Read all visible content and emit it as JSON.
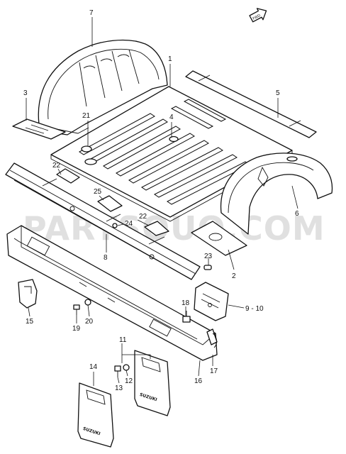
{
  "watermark": "PARTSOUQ.COM",
  "direction_badge": "FWD",
  "callouts": [
    {
      "id": "c1",
      "label": "1"
    },
    {
      "id": "c2",
      "label": "2"
    },
    {
      "id": "c3",
      "label": "3"
    },
    {
      "id": "c4",
      "label": "4"
    },
    {
      "id": "c5",
      "label": "5"
    },
    {
      "id": "c6",
      "label": "6"
    },
    {
      "id": "c7",
      "label": "7"
    },
    {
      "id": "c8",
      "label": "8"
    },
    {
      "id": "c9",
      "label": "9 - 10"
    },
    {
      "id": "c11",
      "label": "11"
    },
    {
      "id": "c12",
      "label": "12"
    },
    {
      "id": "c13",
      "label": "13"
    },
    {
      "id": "c14",
      "label": "14"
    },
    {
      "id": "c15",
      "label": "15"
    },
    {
      "id": "c16",
      "label": "16"
    },
    {
      "id": "c17",
      "label": "17"
    },
    {
      "id": "c18",
      "label": "18"
    },
    {
      "id": "c19",
      "label": "19"
    },
    {
      "id": "c20",
      "label": "20"
    },
    {
      "id": "c21",
      "label": "21"
    },
    {
      "id": "c22a",
      "label": "22"
    },
    {
      "id": "c22b",
      "label": "22"
    },
    {
      "id": "c23",
      "label": "23"
    },
    {
      "id": "c24",
      "label": "24"
    },
    {
      "id": "c25",
      "label": "25"
    }
  ],
  "mudflap_text": {
    "left": "SUZUKI",
    "right": "SUZUKI"
  }
}
